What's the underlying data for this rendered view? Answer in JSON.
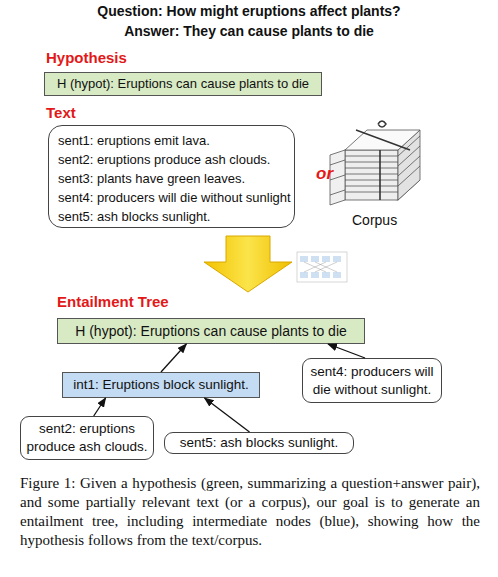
{
  "diagram": {
    "caption": "Figure 1: Given a hypothesis (green, summarizing a question+answer pair), and some partially relevant text (or a corpus), our goal is to generate an entailment tree, including intermediate nodes (blue), showing how the hypothesis follows from the text/corpus.",
    "nodes": [
      {
        "text": [
          "H (hypot): Eruptions can cause plants to die"
        ]
      },
      {
        "text": [
          "sent1: eruptions emit lava.",
          "sent2: eruptions produce ash clouds.",
          "sent3: plants have green leaves.",
          "sent4: producers will die without sunlight",
          "sent5: ash blocks sunlight."
        ]
      },
      {
        "text": [
          "H (hypot): Eruptions can cause plants to die"
        ]
      },
      {
        "text": [
          "int1: Eruptions block sunlight."
        ]
      },
      {
        "text": [
          "sent4: producers will die without sunlight."
        ]
      },
      {
        "text": [
          "sent2: eruptions produce ash clouds."
        ]
      },
      {
        "text": [
          "sent5: ash blocks sunlight."
        ]
      }
    ],
    "edges": [
      {
        "from": 3,
        "to": 2,
        "arrow": "to"
      },
      {
        "from": 4,
        "to": 2,
        "arrow": "to"
      },
      {
        "from": 5,
        "to": 3,
        "arrow": "to"
      },
      {
        "from": 6,
        "to": 3,
        "arrow": "to"
      }
    ],
    "labels": [
      "Question: How might eruptions affect plants?",
      "Answer: They can cause plants to die",
      "Hypothesis",
      "Text",
      "or",
      "Corpus",
      "Entailment Tree"
    ]
  }
}
